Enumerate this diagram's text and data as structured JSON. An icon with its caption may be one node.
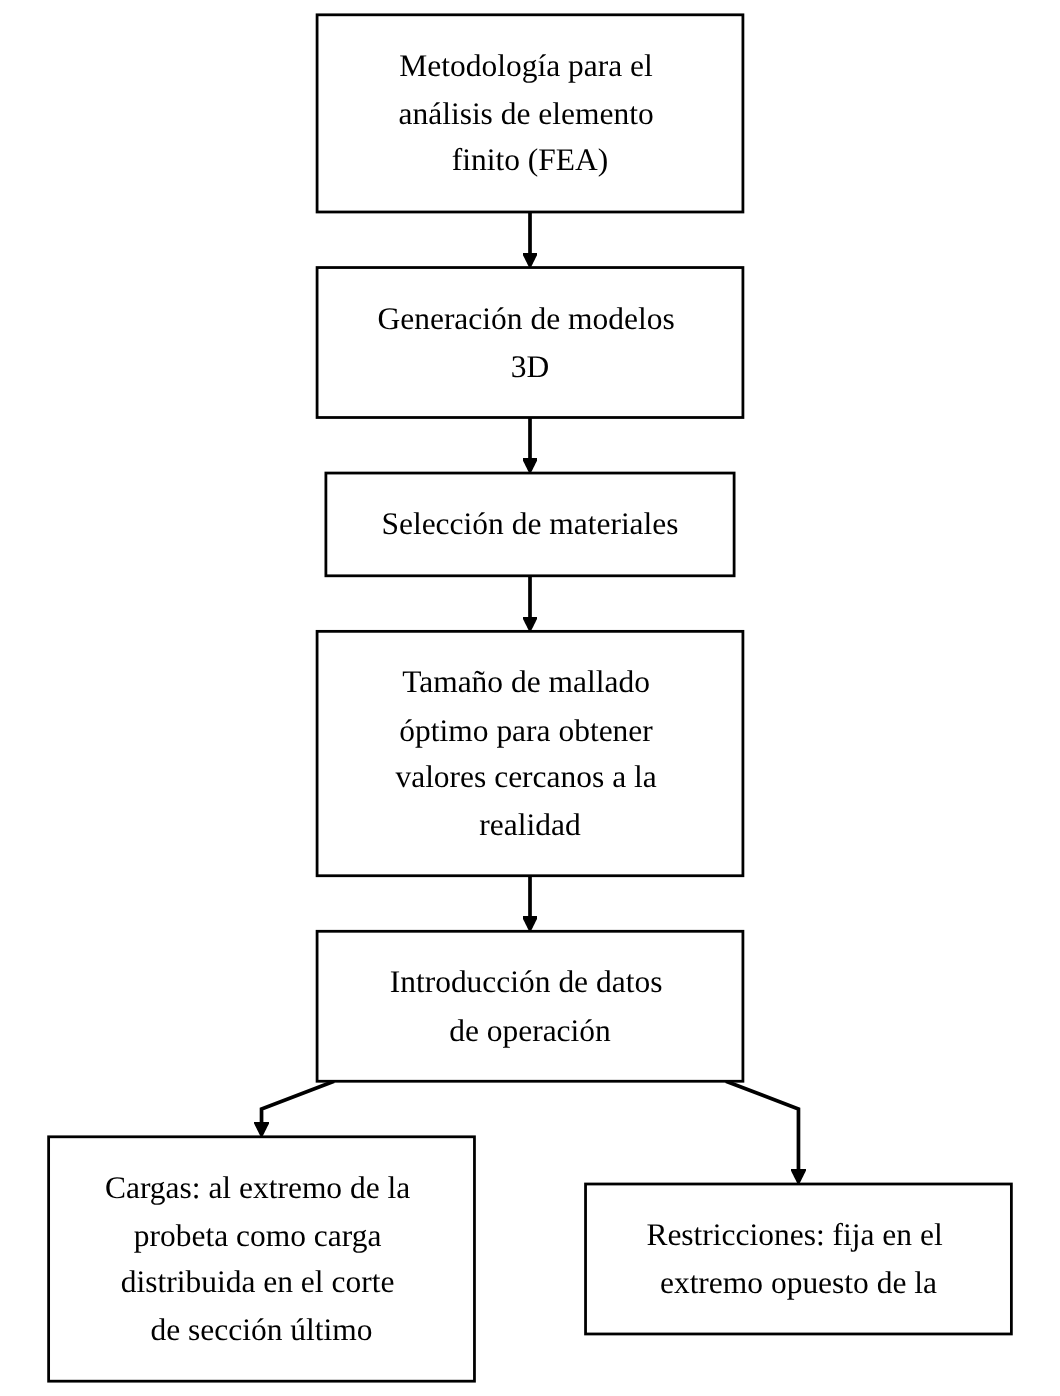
{
  "diagram": {
    "nodes": [
      {
        "text": [
          "Metodología para el análisis de elemento finito (FEA)"
        ]
      },
      {
        "text": [
          "Generación de modelos 3D"
        ]
      },
      {
        "text": [
          "Selección de materiales"
        ]
      },
      {
        "text": [
          "Tamaño de mallado óptimo para obtener valores cercanos a la realidad"
        ]
      },
      {
        "text": [
          "Introducción de datos de operación"
        ]
      },
      {
        "text": [
          "Cargas: al extremo de la probeta como carga distribuida en el corte de sección último"
        ]
      },
      {
        "text": [
          "Restricciones: fija en el extremo opuesto de la"
        ]
      }
    ],
    "edges": [
      {
        "from": 0,
        "to": 1,
        "arrow": "to"
      },
      {
        "from": 1,
        "to": 2,
        "arrow": "to"
      },
      {
        "from": 2,
        "to": 3,
        "arrow": "to"
      },
      {
        "from": 3,
        "to": 4,
        "arrow": "to"
      },
      {
        "from": 4,
        "to": 5,
        "arrow": "to"
      },
      {
        "from": 4,
        "to": 6,
        "arrow": "to"
      }
    ]
  }
}
